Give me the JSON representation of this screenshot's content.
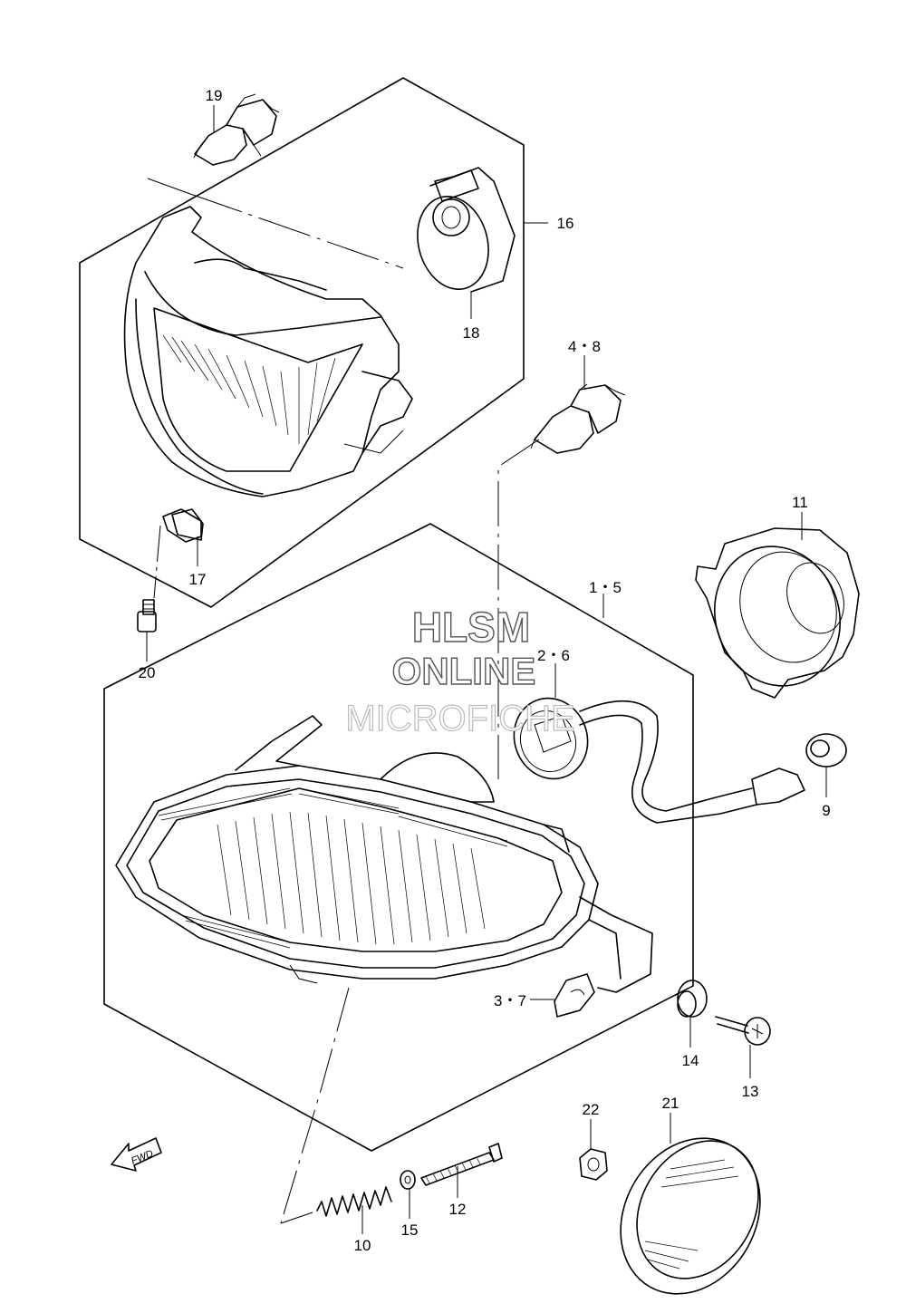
{
  "diagram": {
    "callouts": [
      {
        "id": "19",
        "text": "19"
      },
      {
        "id": "16",
        "text": "16"
      },
      {
        "id": "18",
        "text": "18"
      },
      {
        "id": "4-8",
        "text": "4・8"
      },
      {
        "id": "17",
        "text": "17"
      },
      {
        "id": "20",
        "text": "20"
      },
      {
        "id": "11",
        "text": "11"
      },
      {
        "id": "1-5",
        "text": "1・5"
      },
      {
        "id": "2-6",
        "text": "2・6"
      },
      {
        "id": "9",
        "text": "9"
      },
      {
        "id": "3-7",
        "text": "3・7"
      },
      {
        "id": "14",
        "text": "14"
      },
      {
        "id": "13",
        "text": "13"
      },
      {
        "id": "22",
        "text": "22"
      },
      {
        "id": "21",
        "text": "21"
      },
      {
        "id": "12",
        "text": "12"
      },
      {
        "id": "15",
        "text": "15"
      },
      {
        "id": "10",
        "text": "10"
      }
    ],
    "watermark": {
      "line1": "HLSM",
      "line2": "ONLINE",
      "line3": "MICROFICHE"
    },
    "fwd_arrow_label": "FWD"
  }
}
